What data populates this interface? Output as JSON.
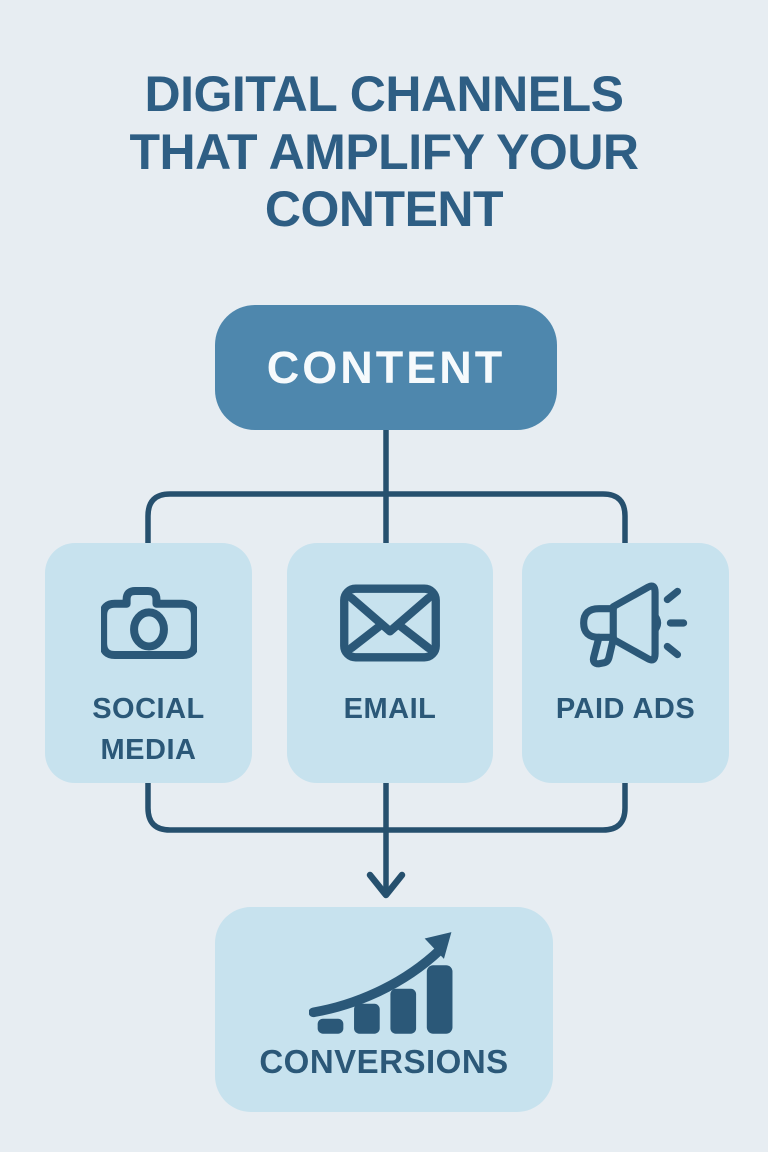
{
  "title": {
    "text": "DIGITAL CHANNELS THAT AMPLIFY YOUR CONTENT"
  },
  "flowchart": {
    "root": {
      "label": "CONTENT"
    },
    "channels": [
      {
        "id": "social-media",
        "label": "SOCIAL MEDIA",
        "icon": "camera-icon"
      },
      {
        "id": "email",
        "label": "EMAIL",
        "icon": "envelope-icon"
      },
      {
        "id": "paid-ads",
        "label": "PAID ADS",
        "icon": "megaphone-icon"
      }
    ],
    "result": {
      "label": "CONVERSIONS",
      "icon": "growth-chart-icon"
    }
  },
  "colors": {
    "background": "#e7edf2",
    "title_text": "#2e5e84",
    "node_text": "#2b5878",
    "connector": "#26506e",
    "root_fill": "#4e87ad",
    "root_text": "#f6fafc",
    "node_fill": "#c7e2ee"
  }
}
